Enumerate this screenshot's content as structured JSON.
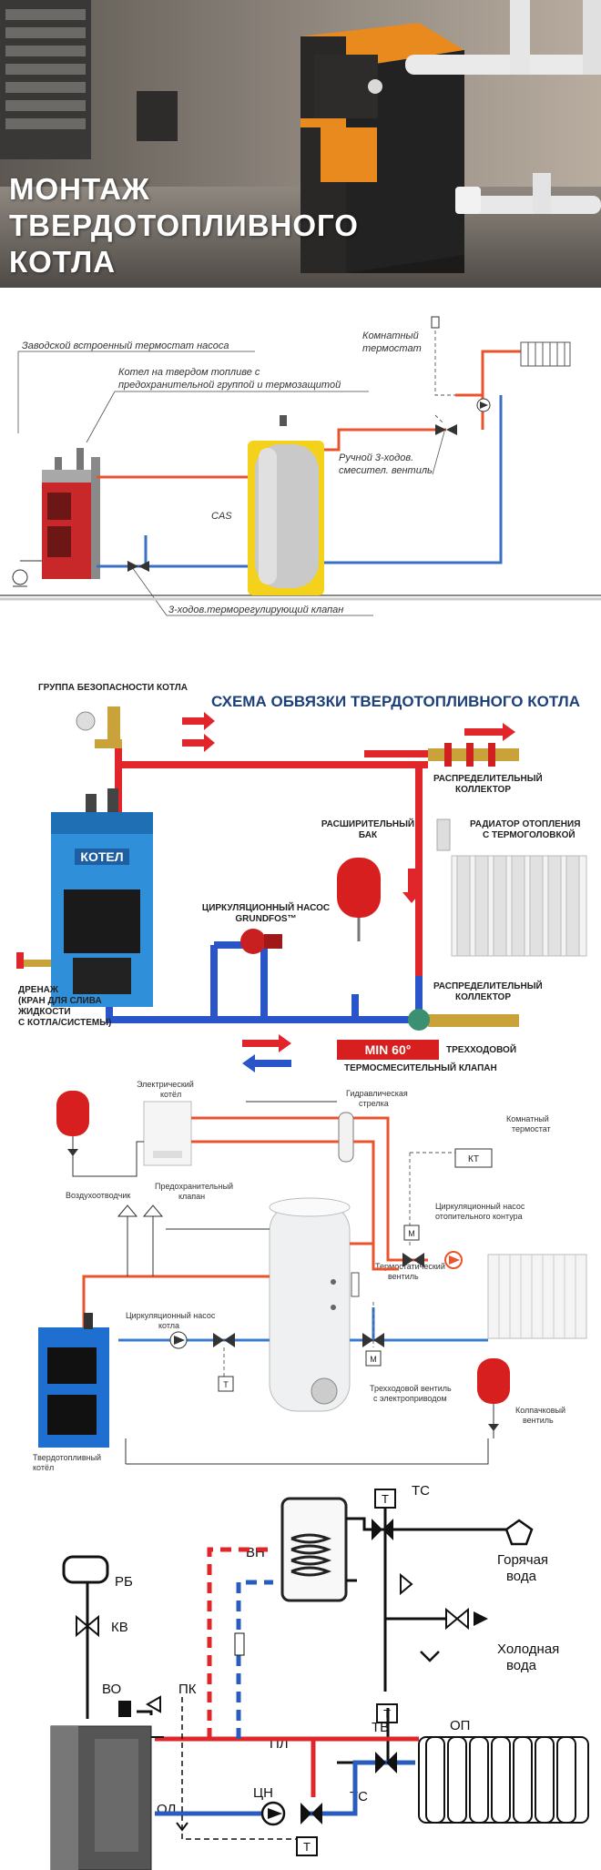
{
  "hero": {
    "title_lines": [
      "МОНТАЖ",
      "ТВЕРДОТОПЛИВНОГО",
      "КОТЛА"
    ]
  },
  "diagram1": {
    "labels": {
      "thermostat_pump": "Заводской встроенный термостат насоса",
      "boiler_line1": "Котел на твердом топливе с",
      "boiler_line2": "предохранительной группой и термозащитой",
      "room_thermostat_line1": "Комнатный",
      "room_thermostat_line2": "термостат",
      "manual_valve_line1": "Ручной 3-ходов.",
      "manual_valve_line2": "смесител. вентиль",
      "cas": "CAS",
      "thermo_valve": "3-ходов.терморегулирующий клапан"
    },
    "colors": {
      "hot": "#e8542c",
      "cold": "#3a6fc4",
      "boiler": "#d42a2a"
    }
  },
  "diagram2": {
    "title": "СХЕМА ОБВЯЗКИ ТВЕРДОТОПЛИВНОГО КОТЛА",
    "labels": {
      "safety_group": "ГРУППА БЕЗОПАСНОСТИ КОТЛА",
      "boiler": "КОТЕЛ",
      "collector_top_line1": "РАСПРЕДЕЛИТЕЛЬНЫЙ",
      "collector_top_line2": "КОЛЛЕКТОР",
      "expansion_line1": "РАСШИРИТЕЛЬНЫЙ",
      "expansion_line2": "БАК",
      "radiator_line1": "РАДИАТОР ОТОПЛЕНИЯ",
      "radiator_line2": "С ТЕРМОГОЛОВКОЙ",
      "pump_line1": "ЦИРКУЛЯЦИОННЫЙ НАСОС",
      "pump_line2": "GRUNDFOS™",
      "collector_bottom_line1": "РАСПРЕДЕЛИТЕЛЬНЫЙ",
      "collector_bottom_line2": "КОЛЛЕКТОР",
      "drain_line1": "ДРЕНАЖ",
      "drain_line2": "(КРАН ДЛЯ СЛИВА",
      "drain_line3": "ЖИДКОСТИ",
      "drain_line4": "С КОТЛА/СИСТЕМЫ)",
      "min": "MIN 60°",
      "mixing_line1": "ТРЕХХОДОВОЙ",
      "mixing_line2": "ТЕРМОСМЕСИТЕЛЬНЫЙ КЛАПАН"
    },
    "colors": {
      "hot": "#e0262a",
      "cold": "#2a55c8",
      "boiler": "#2f8fd8",
      "tank": "#d81f1f"
    }
  },
  "diagram3": {
    "labels": {
      "electric_boiler_line1": "Электрический",
      "electric_boiler_line2": "котёл",
      "hydro_arrow_line1": "Гидравлическая",
      "hydro_arrow_line2": "стрелка",
      "room_thermostat_line1": "Комнатный",
      "room_thermostat_line2": "термостат",
      "kt": "КТ",
      "air_vent": "Воздухоотводчик",
      "safety_valve_line1": "Предохранительный",
      "safety_valve_line2": "клапан",
      "heating_pump_line1": "Циркуляционный насос",
      "heating_pump_line2": "отопительного контура",
      "m_top": "M",
      "thermostatic_valve_line1": "Термостатический",
      "thermostatic_valve_line2": "вентиль",
      "boiler_pump_line1": "Циркуляционный насос",
      "boiler_pump_line2": "котла",
      "t": "Т",
      "m_bottom": "M",
      "three_way_line1": "Трехходовой вентиль",
      "three_way_line2": "с электроприводом",
      "cap_valve_line1": "Колпачковый",
      "cap_valve_line2": "вентиль",
      "solid_boiler_line1": "Твердотопливный",
      "solid_boiler_line2": "котёл"
    },
    "colors": {
      "hot": "#e8542c",
      "cold": "#3a7cd0",
      "tank": "#d81f1f",
      "boiler": "#1f6fd0"
    }
  },
  "diagram4": {
    "labels": {
      "t_top": "Т",
      "tc_top": "ТС",
      "bh": "ВН",
      "hot_water_line1": "Горячая",
      "hot_water_line2": "вода",
      "cold_water_line1": "Холодная",
      "cold_water_line2": "вода",
      "rb": "РБ",
      "kv": "КВ",
      "vo": "ВО",
      "pk": "ПК",
      "pl": "ПЛ",
      "tv": "ТВ",
      "t_mid": "Т",
      "op": "ОП",
      "ol": "ОЛ",
      "cn": "ЦН",
      "tc_bottom": "ТС",
      "t_bottom": "Т"
    },
    "colors": {
      "hot": "#e0262a",
      "cold": "#2a5cc0"
    }
  }
}
